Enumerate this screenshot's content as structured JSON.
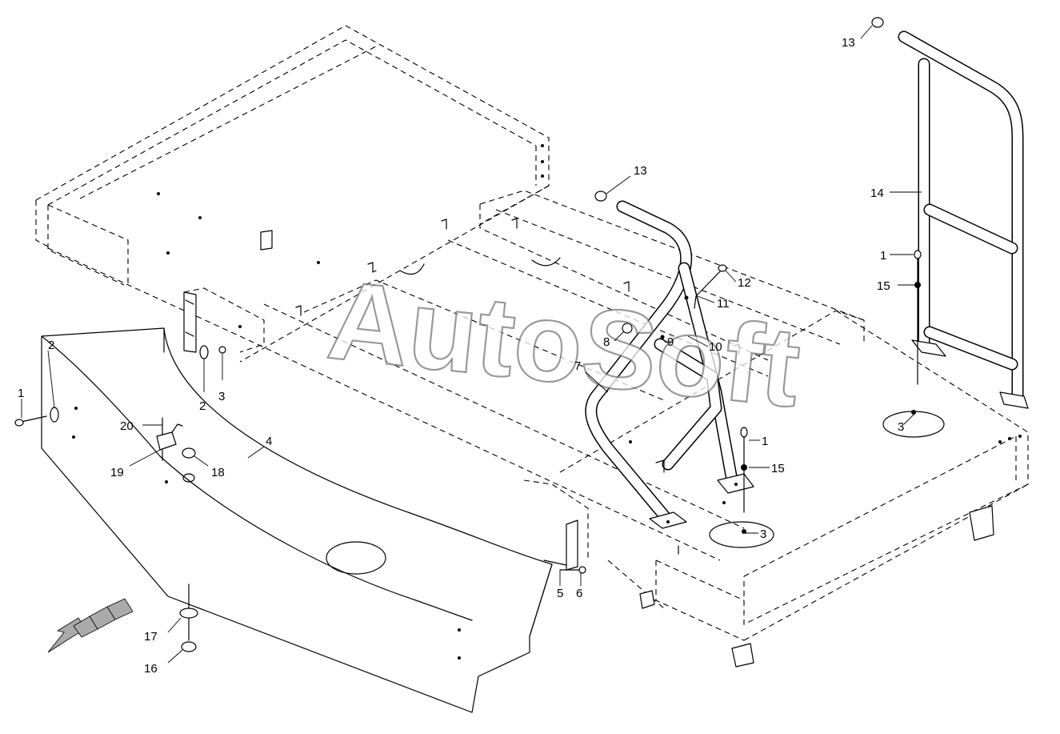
{
  "watermark": "AutoSoft",
  "callouts": [
    {
      "id": "c1a",
      "label": "1"
    },
    {
      "id": "c2a",
      "label": "2"
    },
    {
      "id": "c2b",
      "label": "2"
    },
    {
      "id": "c3a",
      "label": "3"
    },
    {
      "id": "c20",
      "label": "20"
    },
    {
      "id": "c19",
      "label": "19"
    },
    {
      "id": "c18",
      "label": "18"
    },
    {
      "id": "c4",
      "label": "4"
    },
    {
      "id": "c17",
      "label": "17"
    },
    {
      "id": "c16",
      "label": "16"
    },
    {
      "id": "c5",
      "label": "5"
    },
    {
      "id": "c6",
      "label": "6"
    },
    {
      "id": "c7",
      "label": "7"
    },
    {
      "id": "c8",
      "label": "8"
    },
    {
      "id": "c9",
      "label": "9"
    },
    {
      "id": "c10",
      "label": "10"
    },
    {
      "id": "c11",
      "label": "11"
    },
    {
      "id": "c12",
      "label": "12"
    },
    {
      "id": "c13a",
      "label": "13"
    },
    {
      "id": "c13b",
      "label": "13"
    },
    {
      "id": "c14",
      "label": "14"
    },
    {
      "id": "c1b",
      "label": "1"
    },
    {
      "id": "c15a",
      "label": "15"
    },
    {
      "id": "c1c",
      "label": "1"
    },
    {
      "id": "c15b",
      "label": "15"
    },
    {
      "id": "c3b",
      "label": "3"
    },
    {
      "id": "c3c",
      "label": "3"
    }
  ]
}
